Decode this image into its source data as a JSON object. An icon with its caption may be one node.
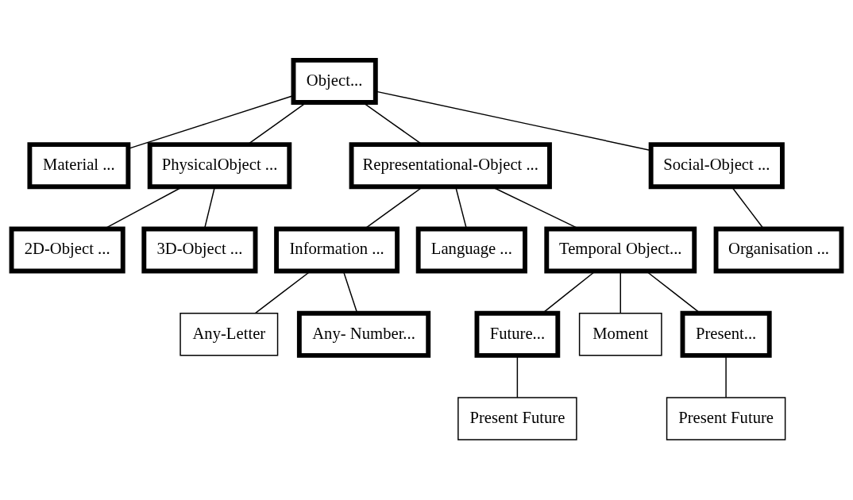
{
  "diagram": {
    "nodes": [
      {
        "text": [
          "Object..."
        ]
      },
      {
        "text": [
          "Material ..."
        ]
      },
      {
        "text": [
          "PhysicalObject ..."
        ]
      },
      {
        "text": [
          "Representational-Object ..."
        ]
      },
      {
        "text": [
          "Social-Object ..."
        ]
      },
      {
        "text": [
          "2D-Object ..."
        ]
      },
      {
        "text": [
          "3D-Object ..."
        ]
      },
      {
        "text": [
          "Information ..."
        ]
      },
      {
        "text": [
          "Language ..."
        ]
      },
      {
        "text": [
          "Temporal Object..."
        ]
      },
      {
        "text": [
          "Organisation ..."
        ]
      },
      {
        "text": [
          "Any-Letter"
        ]
      },
      {
        "text": [
          "Any- Number..."
        ]
      },
      {
        "text": [
          "Future..."
        ]
      },
      {
        "text": [
          "Moment"
        ]
      },
      {
        "text": [
          "Present..."
        ]
      },
      {
        "text": [
          "Present Future"
        ]
      },
      {
        "text": [
          "Present Future"
        ]
      }
    ],
    "edges": [
      {
        "from": 0,
        "to": 1,
        "arrow": "none"
      },
      {
        "from": 0,
        "to": 2,
        "arrow": "none"
      },
      {
        "from": 0,
        "to": 3,
        "arrow": "none"
      },
      {
        "from": 0,
        "to": 4,
        "arrow": "none"
      },
      {
        "from": 2,
        "to": 5,
        "arrow": "none"
      },
      {
        "from": 2,
        "to": 6,
        "arrow": "none"
      },
      {
        "from": 3,
        "to": 7,
        "arrow": "none"
      },
      {
        "from": 3,
        "to": 8,
        "arrow": "none"
      },
      {
        "from": 3,
        "to": 9,
        "arrow": "none"
      },
      {
        "from": 4,
        "to": 10,
        "arrow": "none"
      },
      {
        "from": 7,
        "to": 11,
        "arrow": "none"
      },
      {
        "from": 7,
        "to": 12,
        "arrow": "none"
      },
      {
        "from": 9,
        "to": 13,
        "arrow": "none"
      },
      {
        "from": 9,
        "to": 14,
        "arrow": "none"
      },
      {
        "from": 9,
        "to": 15,
        "arrow": "none"
      },
      {
        "from": 13,
        "to": 16,
        "arrow": "none"
      },
      {
        "from": 15,
        "to": 17,
        "arrow": "none"
      }
    ]
  }
}
